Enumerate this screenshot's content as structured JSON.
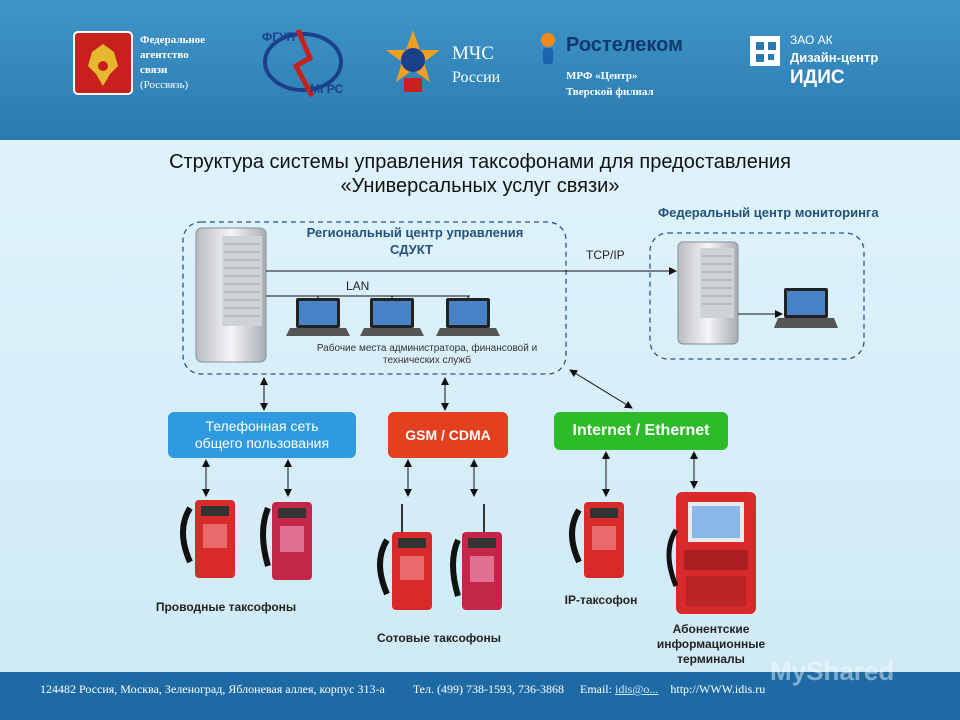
{
  "header": {
    "rossvyaz_lines": [
      "Федеральное",
      "агентство",
      "связи",
      "(Россвязь)"
    ],
    "fgup_logo_top": "ФГУП",
    "fgup_logo_bottom": "МГРС",
    "mchs_line1": "МЧС",
    "mchs_line2": "России",
    "rostelecom_name": "Ростелеком",
    "rostelecom_sub1": "МРФ «Центр»",
    "rostelecom_sub2": "Тверской филиал",
    "idis_line1": "ЗАО АК",
    "idis_line2": "Дизайн-центр",
    "idis_line3": "ИДИС"
  },
  "main": {
    "title_line1": "Структура системы управления таксофонами для предоставления",
    "title_line2": "«Универсальных услуг связи»",
    "federal_center": "Федеральный центр мониторинга",
    "regional_center_line1": "Региональный центр управления",
    "regional_center_line2": "СДУКТ",
    "tcpip": "TCP/IP",
    "lan": "LAN",
    "workplaces_line1": "Рабочие места администратора, финансовой и",
    "workplaces_line2": "технических служб",
    "net_pstn_line1": "Телефонная сеть",
    "net_pstn_line2": "общего пользования",
    "net_gsm": "GSM / CDMA",
    "net_internet": "Internet / Ethernet",
    "caption_wired": "Проводные таксофоны",
    "caption_cellular": "Сотовые таксофоны",
    "caption_ip": "IP-таксофон",
    "caption_terminal_line1": "Абонентские",
    "caption_terminal_line2": "информационные",
    "caption_terminal_line3": "терминалы"
  },
  "footer": {
    "address": "124482 Россия, Москва, Зеленоград, Яблоневая аллея, корпус 313-а",
    "phone": "Тел. (499) 738-1593, 736-3868",
    "email_label": "Email:",
    "email_value": "idis@o...",
    "website": "http://WWW.idis.ru",
    "watermark": "MyShared"
  },
  "colors": {
    "header_blue": "#2f86bd",
    "pstn_blue": "#2f9ae0",
    "gsm_red": "#e2401f",
    "internet_green": "#2ebb2a",
    "phone_red": "#d82a2a"
  }
}
